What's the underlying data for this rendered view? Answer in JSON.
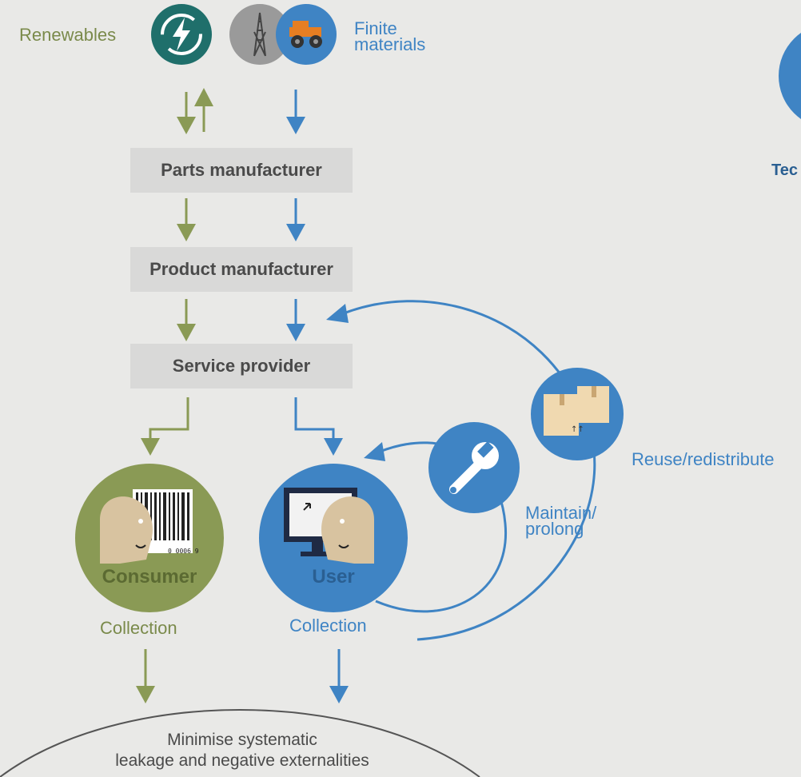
{
  "inputs": {
    "renewables": "Renewables",
    "finite_line1": "Finite",
    "finite_line2": "materials"
  },
  "stages": {
    "parts": "Parts manufacturer",
    "product": "Product manufacturer",
    "service": "Service provider"
  },
  "endpoints": {
    "consumer": "Consumer",
    "user": "User",
    "consumer_collection": "Collection",
    "user_collection": "Collection",
    "barcode_digits": "0 0006 9"
  },
  "loops": {
    "maintain_line1": "Maintain/",
    "maintain_line2": "prolong",
    "reuse": "Reuse/redistribute",
    "cut_off_label": "Tec"
  },
  "bottom": {
    "line1": "Minimise systematic",
    "line2": "leakage and negative externalities"
  },
  "colors": {
    "green": "#8a9a55",
    "blue": "#3f84c4",
    "teal": "#1f6f6b",
    "stage_bg": "#d9d9d8",
    "background": "#e9e9e7"
  },
  "icons": [
    "lightning-recycle-icon",
    "oil-derrick-icon",
    "mining-truck-icon",
    "barcode-icon",
    "computer-icon",
    "wrench-icon",
    "boxes-icon"
  ]
}
